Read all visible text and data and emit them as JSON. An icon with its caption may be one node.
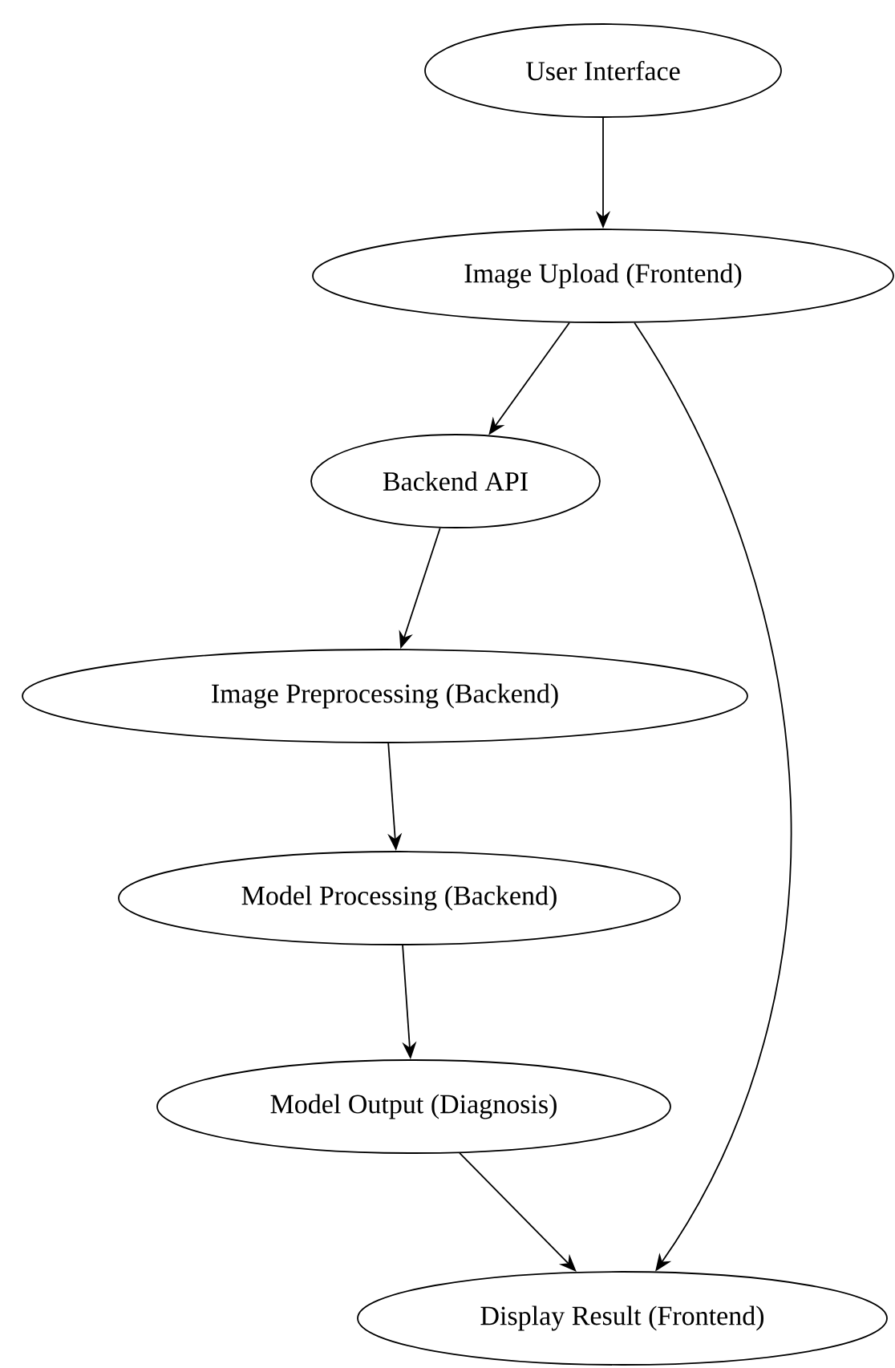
{
  "diagram": {
    "nodes": [
      {
        "text": [
          "User Interface"
        ]
      },
      {
        "text": [
          "Image Upload (Frontend)"
        ]
      },
      {
        "text": [
          "Backend API"
        ]
      },
      {
        "text": [
          "Image Preprocessing (Backend)"
        ]
      },
      {
        "text": [
          "Model Processing (Backend)"
        ]
      },
      {
        "text": [
          "Model Output (Diagnosis)"
        ]
      },
      {
        "text": [
          "Display Result (Frontend)"
        ]
      }
    ],
    "edges": [
      {
        "from": 0,
        "to": 1,
        "arrow": "to"
      },
      {
        "from": 1,
        "to": 2,
        "arrow": "to"
      },
      {
        "from": 2,
        "to": 3,
        "arrow": "to"
      },
      {
        "from": 3,
        "to": 4,
        "arrow": "to"
      },
      {
        "from": 4,
        "to": 5,
        "arrow": "to"
      },
      {
        "from": 5,
        "to": 6,
        "arrow": "to"
      },
      {
        "from": 1,
        "to": 6,
        "arrow": "to"
      }
    ]
  }
}
